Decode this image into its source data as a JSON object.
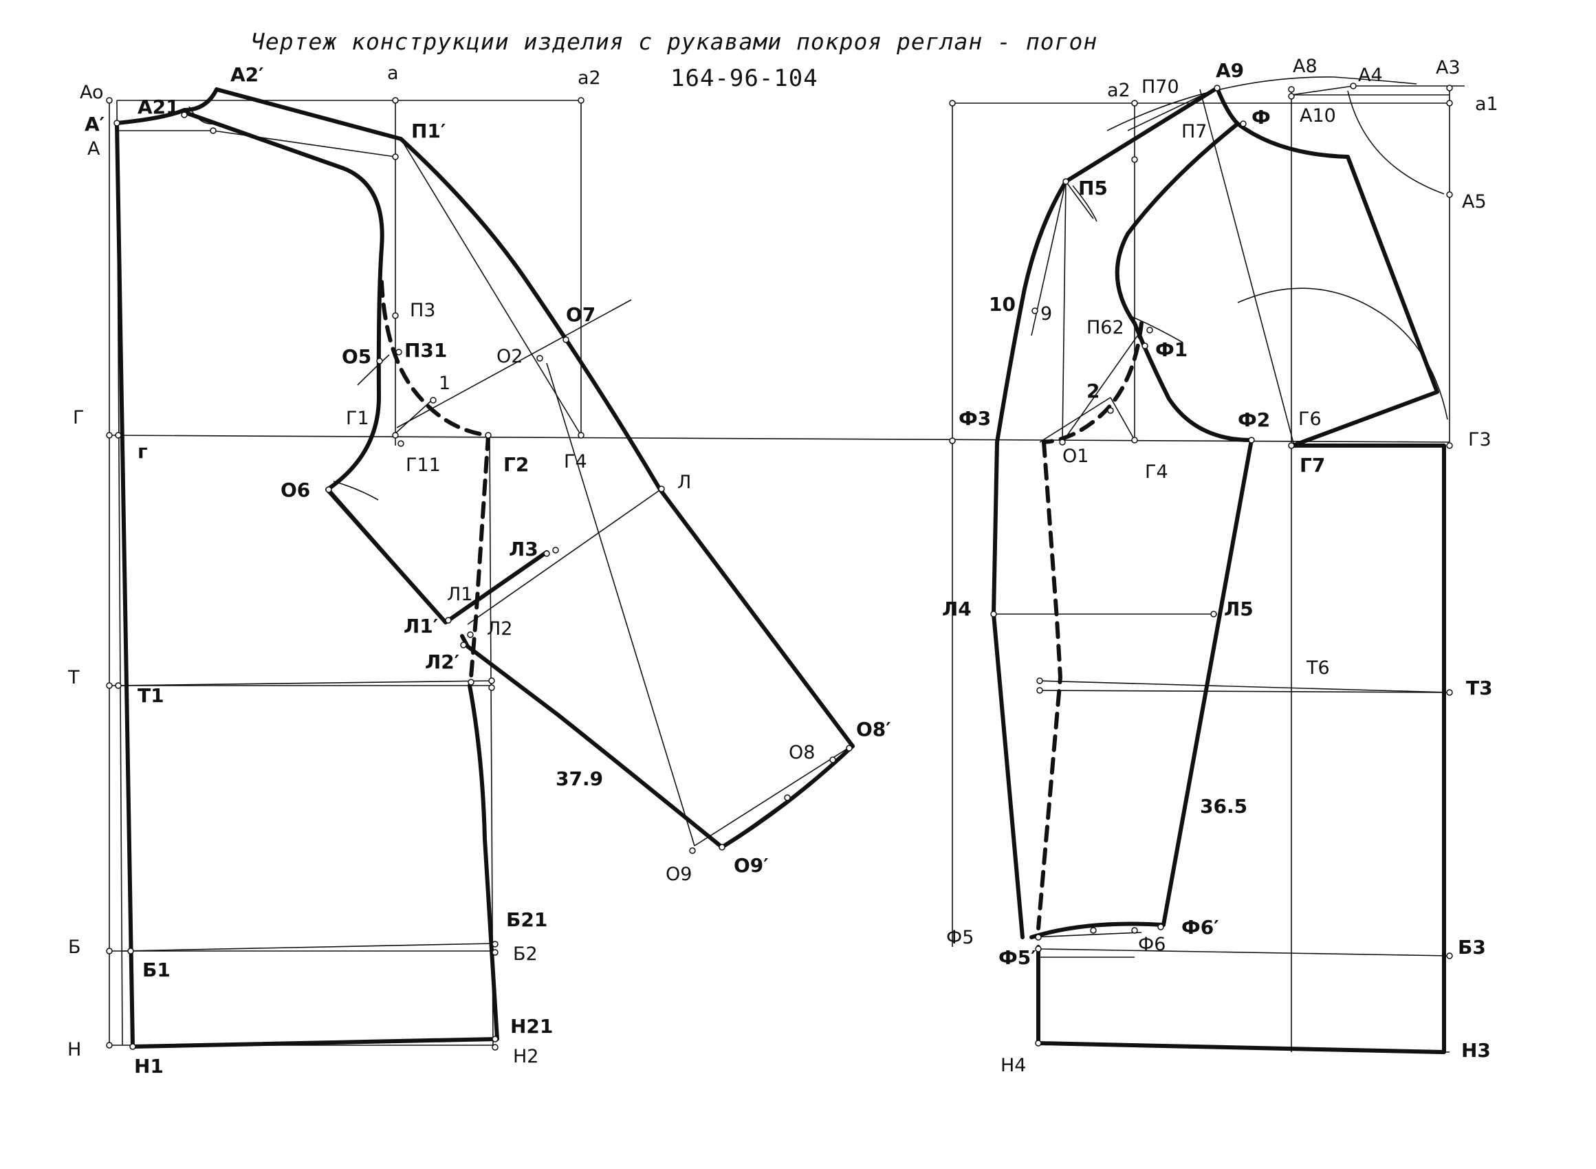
{
  "title": "Чертеж конструкции изделия с рукавами покроя реглан - погон",
  "size": "164-96-104",
  "back_labels": [
    {
      "id": "Ao",
      "text": "Ao",
      "bold": false
    },
    {
      "id": "A",
      "text": "A",
      "bold": false
    },
    {
      "id": "A_prime",
      "text": "A′",
      "bold": true
    },
    {
      "id": "A21",
      "text": "A21",
      "bold": true
    },
    {
      "id": "A2_prime",
      "text": "A2′",
      "bold": true
    },
    {
      "id": "a",
      "text": "a",
      "bold": false
    },
    {
      "id": "a2",
      "text": "a2",
      "bold": false
    },
    {
      "id": "P1_prime",
      "text": "П1′",
      "bold": true
    },
    {
      "id": "P3",
      "text": "П3",
      "bold": false
    },
    {
      "id": "P31",
      "text": "П31",
      "bold": true
    },
    {
      "id": "O5",
      "text": "О5",
      "bold": true
    },
    {
      "id": "O2",
      "text": "О2",
      "bold": false
    },
    {
      "id": "O7",
      "text": "О7",
      "bold": true
    },
    {
      "id": "n1",
      "text": "1",
      "bold": false
    },
    {
      "id": "G",
      "text": "Г",
      "bold": false
    },
    {
      "id": "g",
      "text": "г",
      "bold": true
    },
    {
      "id": "G1",
      "text": "Г1",
      "bold": false
    },
    {
      "id": "G11",
      "text": "Г11",
      "bold": false
    },
    {
      "id": "G2",
      "text": "Г2",
      "bold": true
    },
    {
      "id": "G4",
      "text": "Г4",
      "bold": false
    },
    {
      "id": "O6",
      "text": "О6",
      "bold": true
    },
    {
      "id": "L",
      "text": "Л",
      "bold": false
    },
    {
      "id": "L3",
      "text": "Л3",
      "bold": true
    },
    {
      "id": "L1",
      "text": "Л1",
      "bold": false
    },
    {
      "id": "L1_prime",
      "text": "Л1′",
      "bold": true
    },
    {
      "id": "L2",
      "text": "Л2",
      "bold": false
    },
    {
      "id": "L2_prime",
      "text": "Л2′",
      "bold": true
    },
    {
      "id": "T",
      "text": "Т",
      "bold": false
    },
    {
      "id": "T1",
      "text": "Т1",
      "bold": true
    },
    {
      "id": "O8",
      "text": "О8",
      "bold": false
    },
    {
      "id": "O8_prime",
      "text": "О8′",
      "bold": true
    },
    {
      "id": "len_back",
      "text": "37.9",
      "bold": true
    },
    {
      "id": "O9",
      "text": "О9",
      "bold": false
    },
    {
      "id": "O9_prime",
      "text": "О9′",
      "bold": true
    },
    {
      "id": "B21",
      "text": "Б21",
      "bold": true
    },
    {
      "id": "B",
      "text": "Б",
      "bold": false
    },
    {
      "id": "B1",
      "text": "Б1",
      "bold": true
    },
    {
      "id": "B2",
      "text": "Б2",
      "bold": false
    },
    {
      "id": "H21",
      "text": "Н21",
      "bold": true
    },
    {
      "id": "H",
      "text": "Н",
      "bold": false
    },
    {
      "id": "H1",
      "text": "Н1",
      "bold": true
    },
    {
      "id": "H2",
      "text": "Н2",
      "bold": false
    }
  ],
  "front_labels": [
    {
      "id": "a2f",
      "text": "a2",
      "bold": false
    },
    {
      "id": "P70",
      "text": "П70",
      "bold": false
    },
    {
      "id": "A9",
      "text": "A9",
      "bold": true
    },
    {
      "id": "A8",
      "text": "A8",
      "bold": false
    },
    {
      "id": "A4",
      "text": "A4",
      "bold": false
    },
    {
      "id": "A3",
      "text": "A3",
      "bold": false
    },
    {
      "id": "a1",
      "text": "a1",
      "bold": false
    },
    {
      "id": "A10",
      "text": "A10",
      "bold": false
    },
    {
      "id": "P7",
      "text": "П7",
      "bold": false
    },
    {
      "id": "Phi",
      "text": "Ф",
      "bold": true
    },
    {
      "id": "A5",
      "text": "A5",
      "bold": false
    },
    {
      "id": "P5",
      "text": "П5",
      "bold": true
    },
    {
      "id": "n10",
      "text": "10",
      "bold": true
    },
    {
      "id": "n9",
      "text": "9",
      "bold": false
    },
    {
      "id": "P62",
      "text": "П62",
      "bold": false
    },
    {
      "id": "Phi1",
      "text": "Ф1",
      "bold": true
    },
    {
      "id": "n2",
      "text": "2",
      "bold": true
    },
    {
      "id": "Phi3",
      "text": "Ф3",
      "bold": true
    },
    {
      "id": "O1",
      "text": "О1",
      "bold": false
    },
    {
      "id": "G4f",
      "text": "Г4",
      "bold": false
    },
    {
      "id": "Phi2",
      "text": "Ф2",
      "bold": true
    },
    {
      "id": "G6",
      "text": "Г6",
      "bold": false
    },
    {
      "id": "G3",
      "text": "Г3",
      "bold": false
    },
    {
      "id": "G7",
      "text": "Г7",
      "bold": true
    },
    {
      "id": "L4",
      "text": "Л4",
      "bold": true
    },
    {
      "id": "L5",
      "text": "Л5",
      "bold": true
    },
    {
      "id": "T6",
      "text": "Т6",
      "bold": false
    },
    {
      "id": "T3",
      "text": "Т3",
      "bold": true
    },
    {
      "id": "len_front",
      "text": "36.5",
      "bold": true
    },
    {
      "id": "Phi5",
      "text": "Ф5",
      "bold": false
    },
    {
      "id": "Phi5_prime",
      "text": "Ф5′",
      "bold": true
    },
    {
      "id": "Phi6",
      "text": "Ф6",
      "bold": false
    },
    {
      "id": "Phi6_prime",
      "text": "Ф6′",
      "bold": true
    },
    {
      "id": "B3",
      "text": "Б3",
      "bold": true
    },
    {
      "id": "H4",
      "text": "Н4",
      "bold": false
    },
    {
      "id": "H3",
      "text": "Н3",
      "bold": true
    }
  ]
}
